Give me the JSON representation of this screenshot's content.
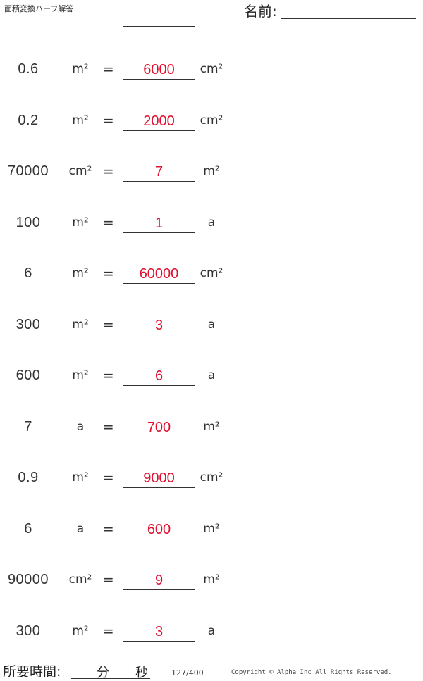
{
  "header": {
    "title": "面積変換ハーフ解答",
    "name_label": "名前:",
    "name_end_mark": "."
  },
  "problems": [
    {
      "value": "0.6",
      "from_unit": "m²",
      "answer": "6000",
      "to_unit": "cm²"
    },
    {
      "value": "0.2",
      "from_unit": "m²",
      "answer": "2000",
      "to_unit": "cm²"
    },
    {
      "value": "70000",
      "from_unit": "cm²",
      "answer": "7",
      "to_unit": "m²"
    },
    {
      "value": "100",
      "from_unit": "m²",
      "answer": "1",
      "to_unit": "a"
    },
    {
      "value": "6",
      "from_unit": "m²",
      "answer": "60000",
      "to_unit": "cm²"
    },
    {
      "value": "300",
      "from_unit": "m²",
      "answer": "3",
      "to_unit": "a"
    },
    {
      "value": "600",
      "from_unit": "m²",
      "answer": "6",
      "to_unit": "a"
    },
    {
      "value": "7",
      "from_unit": "a",
      "answer": "700",
      "to_unit": "m²"
    },
    {
      "value": "0.9",
      "from_unit": "m²",
      "answer": "9000",
      "to_unit": "cm²"
    },
    {
      "value": "6",
      "from_unit": "a",
      "answer": "600",
      "to_unit": "m²"
    },
    {
      "value": "90000",
      "from_unit": "cm²",
      "answer": "9",
      "to_unit": "m²"
    },
    {
      "value": "300",
      "from_unit": "m²",
      "answer": "3",
      "to_unit": "a"
    }
  ],
  "equals_sign": "=",
  "footer": {
    "time_label": "所要時間:",
    "minute_label": "分",
    "second_label": "秒",
    "page_number": "127/400",
    "copyright": "Copyright © Alpha Inc All Rights Reserved."
  },
  "colors": {
    "answer": "#e0102e",
    "text": "#222222"
  }
}
